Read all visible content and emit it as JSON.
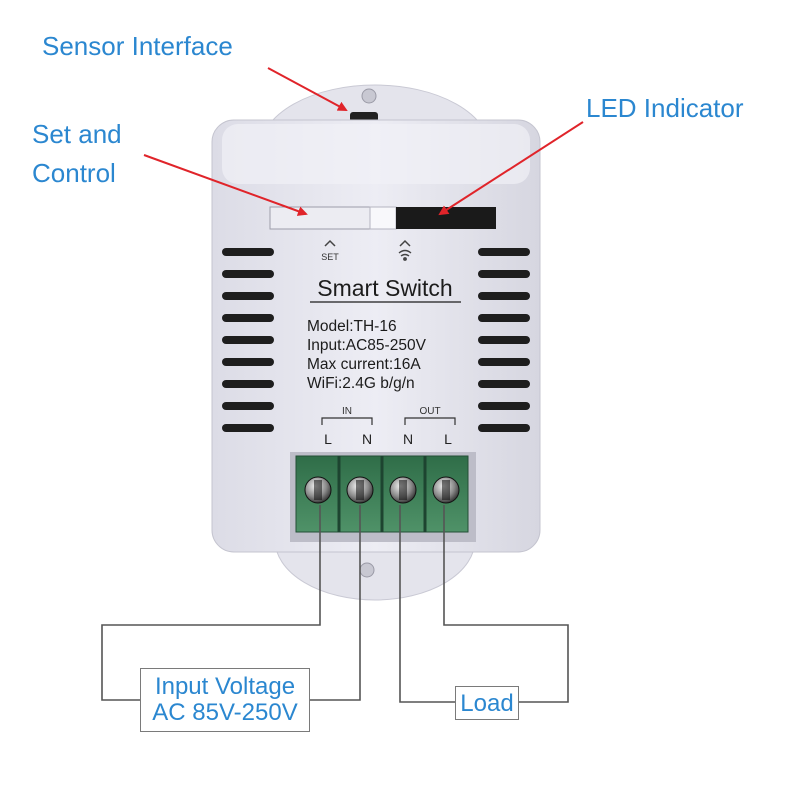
{
  "callouts": {
    "sensor_interface": "Sensor Interface",
    "led_indicator": "LED Indicator",
    "set_and": "Set and",
    "control": "Control"
  },
  "device": {
    "set_label": "SET",
    "title": "Smart Switch",
    "specs": [
      "Model:TH-16",
      "Input:AC85-250V",
      "Max current:16A",
      "WiFi:2.4G b/g/n"
    ],
    "in_label": "IN",
    "out_label": "OUT",
    "terminals": [
      "L",
      "N",
      "N",
      "L"
    ]
  },
  "wiring": {
    "input_voltage_line1": "Input Voltage",
    "input_voltage_line2": "AC 85V-250V",
    "load": "Load"
  },
  "colors": {
    "callout_text": "#2b87d0",
    "arrow": "#e0242a",
    "wire": "#555555",
    "terminal_block": "#3a7a52",
    "device_body": "#e8e8ef"
  }
}
